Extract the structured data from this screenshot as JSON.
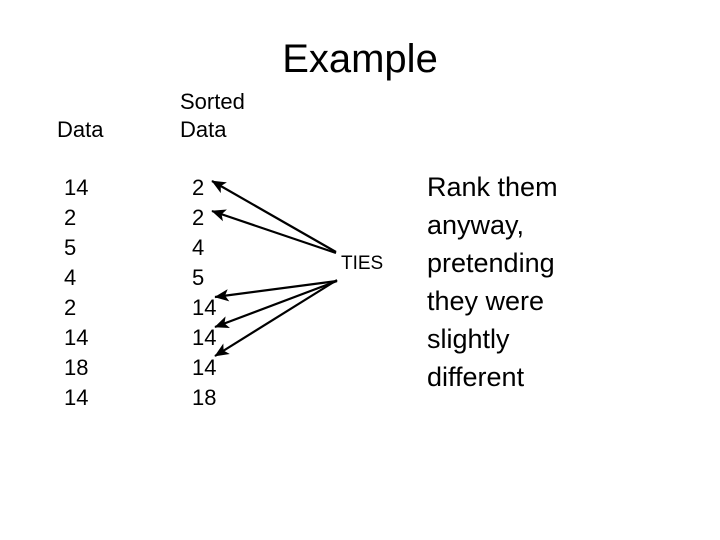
{
  "slide": {
    "title": "Example",
    "background_color": "#ffffff",
    "text_color": "#000000"
  },
  "columns": {
    "data": {
      "header": "Data",
      "values": [
        "14",
        "2",
        "5",
        "4",
        "2",
        "14",
        "18",
        "14"
      ]
    },
    "sorted_data": {
      "header": "Sorted\nData",
      "header_line_1": "Sorted",
      "header_line_2": "Data",
      "values": [
        "2",
        "2",
        "4",
        "5",
        "14",
        "14",
        "14",
        "18"
      ]
    }
  },
  "annotation": {
    "ties_label": "TIES",
    "arrow_color": "#000000",
    "tie_groups": [
      {
        "value": "2",
        "row_indices": [
          0,
          1
        ]
      },
      {
        "value": "14",
        "row_indices": [
          4,
          5,
          6
        ]
      }
    ]
  },
  "side_note": {
    "full_text": "Rank them anyway, pretending they were slightly different",
    "lines": [
      "Rank them",
      "anyway,",
      "pretending",
      "they were",
      "slightly",
      "different"
    ]
  }
}
